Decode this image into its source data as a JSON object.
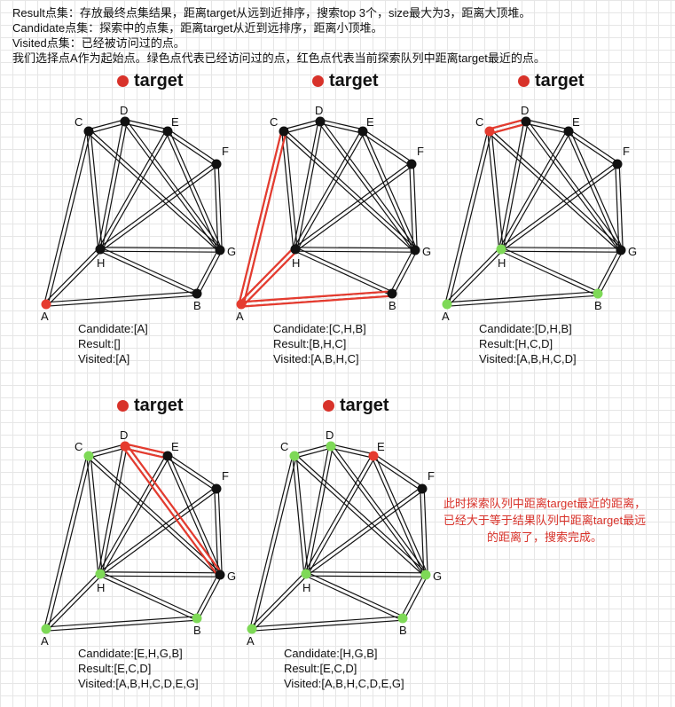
{
  "intro": [
    "Result点集：存放最终点集结果，距离target从远到近排序，搜索top 3个，size最大为3，距离大顶堆。",
    "Candidate点集：探索中的点集，距离target从近到远排序，距离小顶堆。",
    "Visited点集：已经被访问过的点。",
    "我们选择点A作为起始点。绿色点代表已经访问过的点，红色点代表当前探索队列中距离target最近的点。"
  ],
  "colors": {
    "visited": "#7ed957",
    "current": "#e53b2f",
    "unvisited": "#111111",
    "highlight": "#e53b2f",
    "target": "#d8322a"
  },
  "panels": [
    {
      "target": "target",
      "candidate": "Candidate:[A]",
      "result": "Result:[]",
      "visited": "Visited:[A]",
      "node_states": {
        "A": "current",
        "B": "unvisited",
        "C": "unvisited",
        "D": "unvisited",
        "E": "unvisited",
        "F": "unvisited",
        "G": "unvisited",
        "H": "unvisited"
      },
      "highlight_edges": []
    },
    {
      "target": "target",
      "candidate": "Candidate:[C,H,B]",
      "result": "Result:[B,H,C]",
      "visited": "Visited:[A,B,H,C]",
      "node_states": {
        "A": "current",
        "B": "unvisited",
        "C": "unvisited",
        "D": "unvisited",
        "E": "unvisited",
        "F": "unvisited",
        "G": "unvisited",
        "H": "unvisited"
      },
      "highlight_edges": [
        [
          "A",
          "C"
        ],
        [
          "A",
          "H"
        ],
        [
          "A",
          "B"
        ]
      ]
    },
    {
      "target": "target",
      "candidate": "Candidate:[D,H,B]",
      "result": "Result:[H,C,D]",
      "visited": "Visited:[A,B,H,C,D]",
      "node_states": {
        "A": "visited",
        "B": "visited",
        "C": "current",
        "D": "unvisited",
        "E": "unvisited",
        "F": "unvisited",
        "G": "unvisited",
        "H": "visited"
      },
      "highlight_edges": [
        [
          "C",
          "D"
        ]
      ]
    },
    {
      "target": "target",
      "candidate": "Candidate:[E,H,G,B]",
      "result": "Result:[E,C,D]",
      "visited": "Visited:[A,B,H,C,D,E,G]",
      "node_states": {
        "A": "visited",
        "B": "visited",
        "C": "visited",
        "D": "current",
        "E": "unvisited",
        "F": "unvisited",
        "G": "unvisited",
        "H": "visited"
      },
      "highlight_edges": [
        [
          "D",
          "E"
        ],
        [
          "D",
          "G"
        ]
      ]
    },
    {
      "target": "target",
      "candidate": "Candidate:[H,G,B]",
      "result": "Result:[E,C,D]",
      "visited": "Visited:[A,B,H,C,D,E,G]",
      "node_states": {
        "A": "visited",
        "B": "visited",
        "C": "visited",
        "D": "visited",
        "E": "current",
        "F": "unvisited",
        "G": "visited",
        "H": "visited"
      },
      "highlight_edges": []
    }
  ],
  "note": "此时探索队列中距离target最近的距离，已经大于等于结果队列中距离target最远的距离了，搜索完成。"
}
